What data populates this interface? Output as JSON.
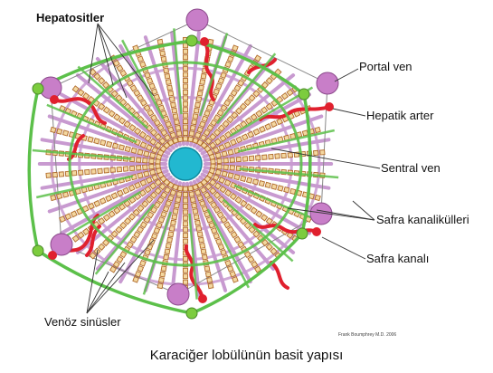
{
  "labels": {
    "hepatocytes": "Hepatositler",
    "portal_vein": "Portal  ven",
    "hepatic_artery": "Hepatik arter",
    "central_vein": "Sentral ven",
    "bile_canaliculi": "Safra kanalikülleri",
    "bile_duct": "Safra kanalı",
    "venous_sinusoids": "Venöz sinüsler"
  },
  "caption": "Karaciğer lobülünün basit yapısı",
  "credit": "Frank Boumphrey M.D. 2006",
  "colors": {
    "central_vein": "#22b8d0",
    "portal_vein": "#c87ec8",
    "bile_duct": "#7ccc3e",
    "hepatic_artery": "#e0202e",
    "sinusoid": "#c89ad0",
    "green_lobule_line": "#5cc04a",
    "hepatocyte_fill": "#f3d7a0",
    "hepatocyte_stroke": "#b06a2a",
    "leader": "#333333"
  },
  "icons": {
    "central_vein": "cyan-circle",
    "portal_triad": "purple-circle-with-green-and-red"
  }
}
